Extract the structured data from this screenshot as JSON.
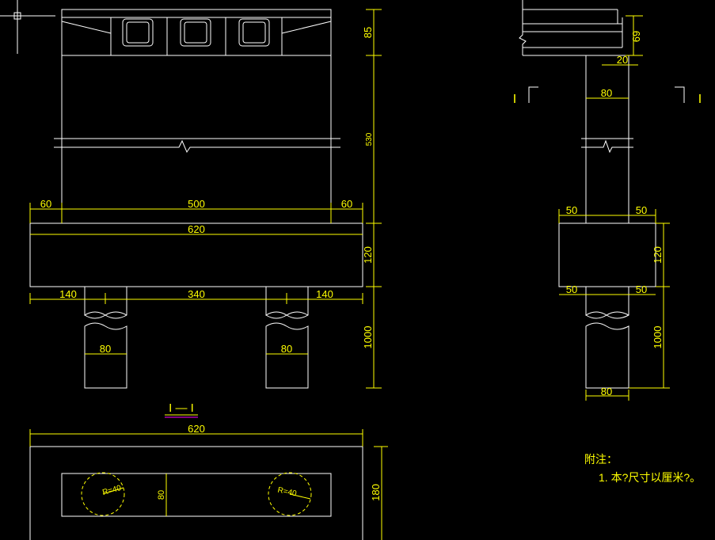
{
  "front_view": {
    "dims": {
      "d85": "85",
      "d530": "530",
      "d60_left": "60",
      "d500": "500",
      "d60_right": "60",
      "d620": "620",
      "d120": "120",
      "d140_left": "140",
      "d340": "340",
      "d140_right": "140",
      "d1000": "1000",
      "d80_left": "80",
      "d80_right": "80"
    }
  },
  "side_view": {
    "dims": {
      "d69": "69",
      "d20": "20",
      "d80_top": "80",
      "d50_tl": "50",
      "d50_tr": "50",
      "d120": "120",
      "d50_bl": "50",
      "d50_br": "50",
      "d1000": "1000",
      "d80_bottom": "80"
    },
    "section_mark_left": "I",
    "section_mark_right": "I"
  },
  "section_view": {
    "title": "I — I",
    "dims": {
      "d620": "620",
      "d180": "180",
      "d80": "80",
      "r_left": "R=40",
      "r_right": "R=40"
    }
  },
  "notes": {
    "heading": "附注：",
    "line1": "1. 本?尺寸以厘米?。"
  },
  "colors": {
    "outline": "#ffffff",
    "dimension": "#ffff00",
    "underline": "#ff00ff"
  }
}
